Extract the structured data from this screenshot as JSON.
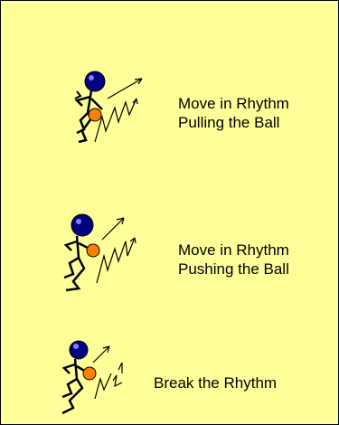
{
  "drills": [
    {
      "lines": [
        "Move in Rhythm",
        "Pulling the Ball"
      ]
    },
    {
      "lines": [
        "Move in Rhythm",
        "Pushing the Ball"
      ]
    },
    {
      "lines": [
        "Break the Rhythm"
      ]
    }
  ],
  "colors": {
    "background": "#ffff99",
    "player_head": "#000080",
    "ball": "#ff8000",
    "lines": "#000000"
  },
  "icons": [
    "stick-figure-dribbling-icon",
    "ball-path-arrow-icon"
  ]
}
